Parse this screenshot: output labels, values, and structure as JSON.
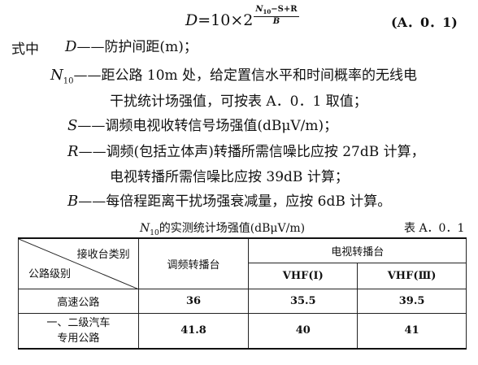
{
  "formula": {
    "lhs": "D",
    "eq": "=10×2",
    "num": "N",
    "num_sub": "10",
    "num_rest": "−S+R",
    "den": "B",
    "eq_no": "(A．0．1)"
  },
  "lead": "式中",
  "defs": [
    {
      "sym": "D",
      "sub": "",
      "lines": [
        "——防护间距(m)；"
      ]
    },
    {
      "sym": "N",
      "sub": "10",
      "lines": [
        "——距公路 10m 处，给定置信水平和时间概率的无线电",
        "干扰统计场强值，可按表 A．0．1 取值；"
      ]
    },
    {
      "sym": "S",
      "sub": "",
      "lines": [
        "——调频电视收转信号场强值(dBμV/m)；"
      ]
    },
    {
      "sym": "R",
      "sub": "",
      "lines": [
        "——调频(包括立体声)转播所需信噪比应按 27dB 计算，",
        "电视转播所需信噪比应按 39dB 计算；"
      ]
    },
    {
      "sym": "B",
      "sub": "",
      "lines": [
        "——每倍程距离干扰场强衰减量，应按 6dB 计算。"
      ]
    }
  ],
  "table": {
    "caption_n": "N",
    "caption_sub": "10",
    "caption_rest": "的实测统计场强值(dBμV/m)",
    "number": "表 A．0．1",
    "header_tr": "接收台类别",
    "header_bl": "公路级别",
    "col_fm": "调频转播台",
    "col_tv": "电视转播台",
    "col_vhf1": "VHF(Ⅰ)",
    "col_vhf3": "VHF(Ⅲ)",
    "rows": [
      {
        "label": "高速公路",
        "fm": "36",
        "vhf1": "35.5",
        "vhf3": "39.5"
      },
      {
        "label_line1": "一、二级汽车",
        "label_line2": "专用公路",
        "fm": "41.8",
        "vhf1": "40",
        "vhf3": "41"
      }
    ]
  }
}
